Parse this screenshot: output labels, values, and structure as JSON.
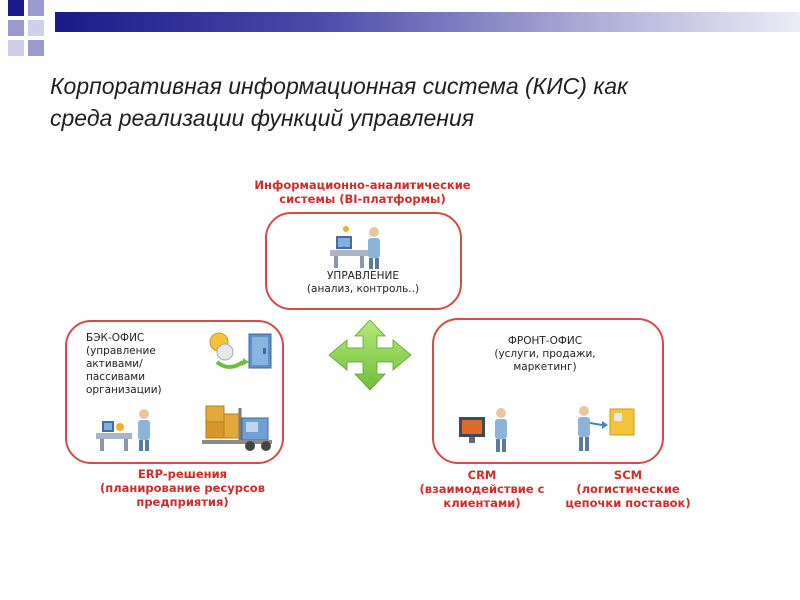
{
  "title": {
    "line1": "Корпоративная информационная система (КИС) как",
    "line2": "среда реализации функций управления"
  },
  "diagram": {
    "top": {
      "header_line1": "Информационно-аналитические",
      "header_line2": "системы (BI-платформы)",
      "box_line1": "УПРАВЛЕНИЕ",
      "box_line2": "(анализ, контроль..)"
    },
    "left": {
      "box_title": "БЭК-ОФИС",
      "box_line1": "(управление",
      "box_line2": "активами/",
      "box_line3": "пассивами",
      "box_line4": "организации)",
      "footer_line1": "ERP-решения",
      "footer_line2": "(планирование ресурсов",
      "footer_line3": "предприятия)"
    },
    "right": {
      "box_title": "ФРОНТ-ОФИС",
      "box_line1": "(услуги, продажи,",
      "box_line2": "маркетинг)",
      "crm_line1": "CRM",
      "crm_line2": "(взаимодействие с",
      "crm_line3": "клиентами)",
      "scm_line1": "SCM",
      "scm_line2": "(логистические",
      "scm_line3": "цепочки поставок)"
    }
  },
  "colors": {
    "accent_red": "#d84a4a",
    "arrow_green": "#8fd14f",
    "deco_blue": "#1a1a8a"
  },
  "icons": [
    "manager-at-desk-icon",
    "coins-to-vault-icon",
    "worker-at-desk-icon",
    "forklift-boxes-icon",
    "crm-monitor-person-icon",
    "scm-handoff-person-icon",
    "four-way-arrow-icon"
  ]
}
